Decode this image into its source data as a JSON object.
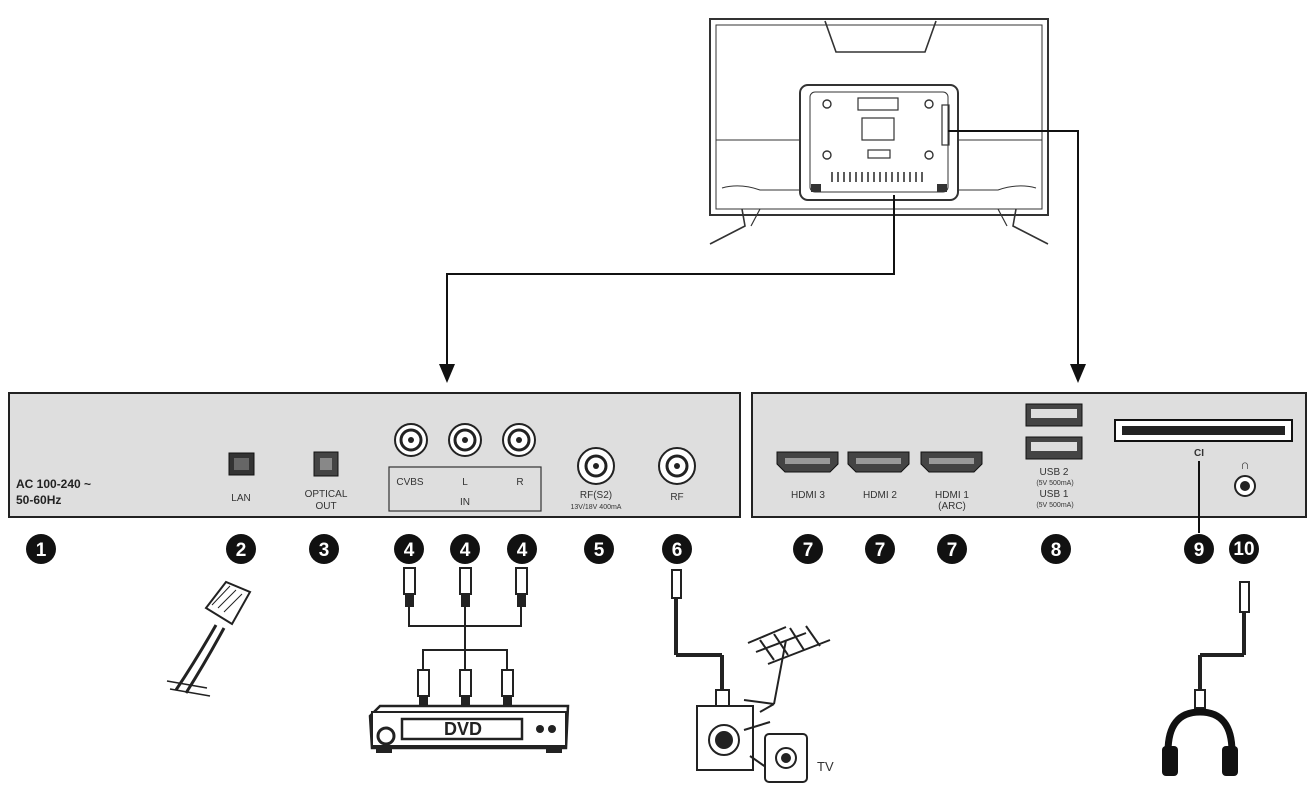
{
  "left_panel": {
    "power_line1": "AC 100-240 ~",
    "power_line2": "50-60Hz",
    "lan": "LAN",
    "optical_line1": "OPTICAL",
    "optical_line2": "OUT",
    "cvbs": "CVBS",
    "audio_l": "L",
    "audio_r": "R",
    "in": "IN",
    "rf_s2": "RF(S2)",
    "rf_s2_sub": "13V/18V 400mA",
    "rf": "RF"
  },
  "right_panel": {
    "hdmi3": "HDMI 3",
    "hdmi2": "HDMI 2",
    "hdmi1_line1": "HDMI 1",
    "hdmi1_line2": "(ARC)",
    "usb2": "USB 2",
    "usb2_sub": "(5V 500mA)",
    "usb1": "USB 1",
    "usb1_sub": "(5V 500mA)",
    "ci": "CI"
  },
  "callouts": [
    "1",
    "2",
    "3",
    "4",
    "4",
    "4",
    "5",
    "6",
    "7",
    "7",
    "7",
    "8",
    "9",
    "10"
  ],
  "devices": {
    "dvd_label": "DVD",
    "tv_label": "TV"
  }
}
